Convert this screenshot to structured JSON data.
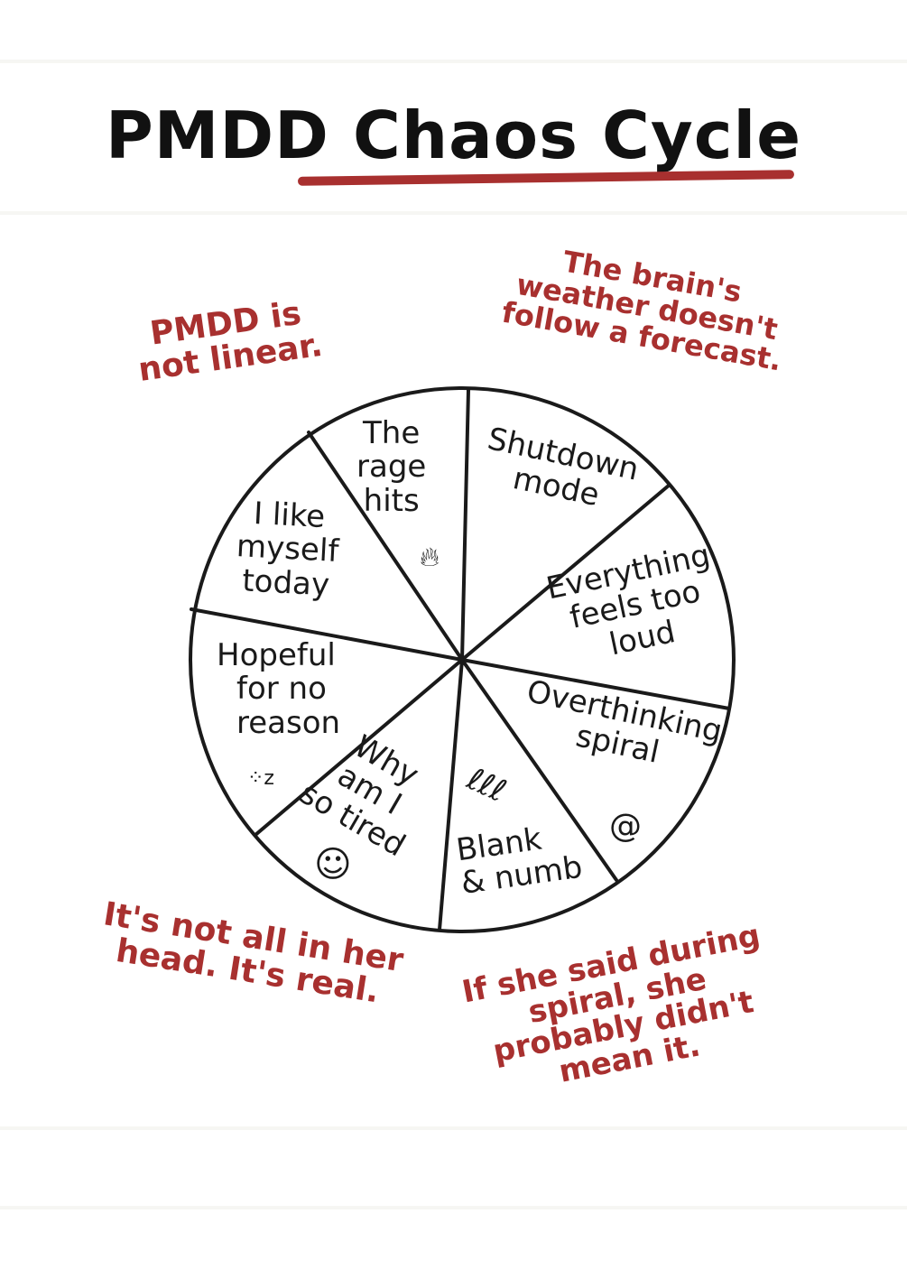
{
  "title": "PMDD Chaos Cycle",
  "colors": {
    "accent": "#a8302f",
    "ink": "#1a1a1a"
  },
  "notes": {
    "top_left": [
      "PMDD is",
      "not linear."
    ],
    "top_right": [
      "The brain's",
      "weather doesn't",
      "follow a forecast."
    ],
    "bottom_left": [
      "It's not all in her",
      "head. It's real."
    ],
    "bottom_right": [
      "If she said during",
      "spiral, she",
      "probably didn't",
      "mean it."
    ]
  },
  "segments": [
    {
      "label": [
        "The",
        "rage",
        "hits"
      ],
      "icon": "fire-icon"
    },
    {
      "label": [
        "Shutdown",
        "mode"
      ]
    },
    {
      "label": [
        "Everything",
        "feels too",
        "loud"
      ]
    },
    {
      "label": [
        "Overthinking",
        "spiral"
      ],
      "icon": "spiral-icon"
    },
    {
      "label": [
        "Blank",
        "& numb"
      ],
      "icon": "coil-icon"
    },
    {
      "label": [
        "Why",
        "am I",
        "so tired"
      ],
      "icon": "sleepy-face-icon"
    },
    {
      "label": [
        "Hopeful",
        "for no",
        "reason"
      ],
      "icon": "sparkle-z-icon"
    },
    {
      "label": [
        "I like",
        "myself",
        "today"
      ]
    }
  ]
}
